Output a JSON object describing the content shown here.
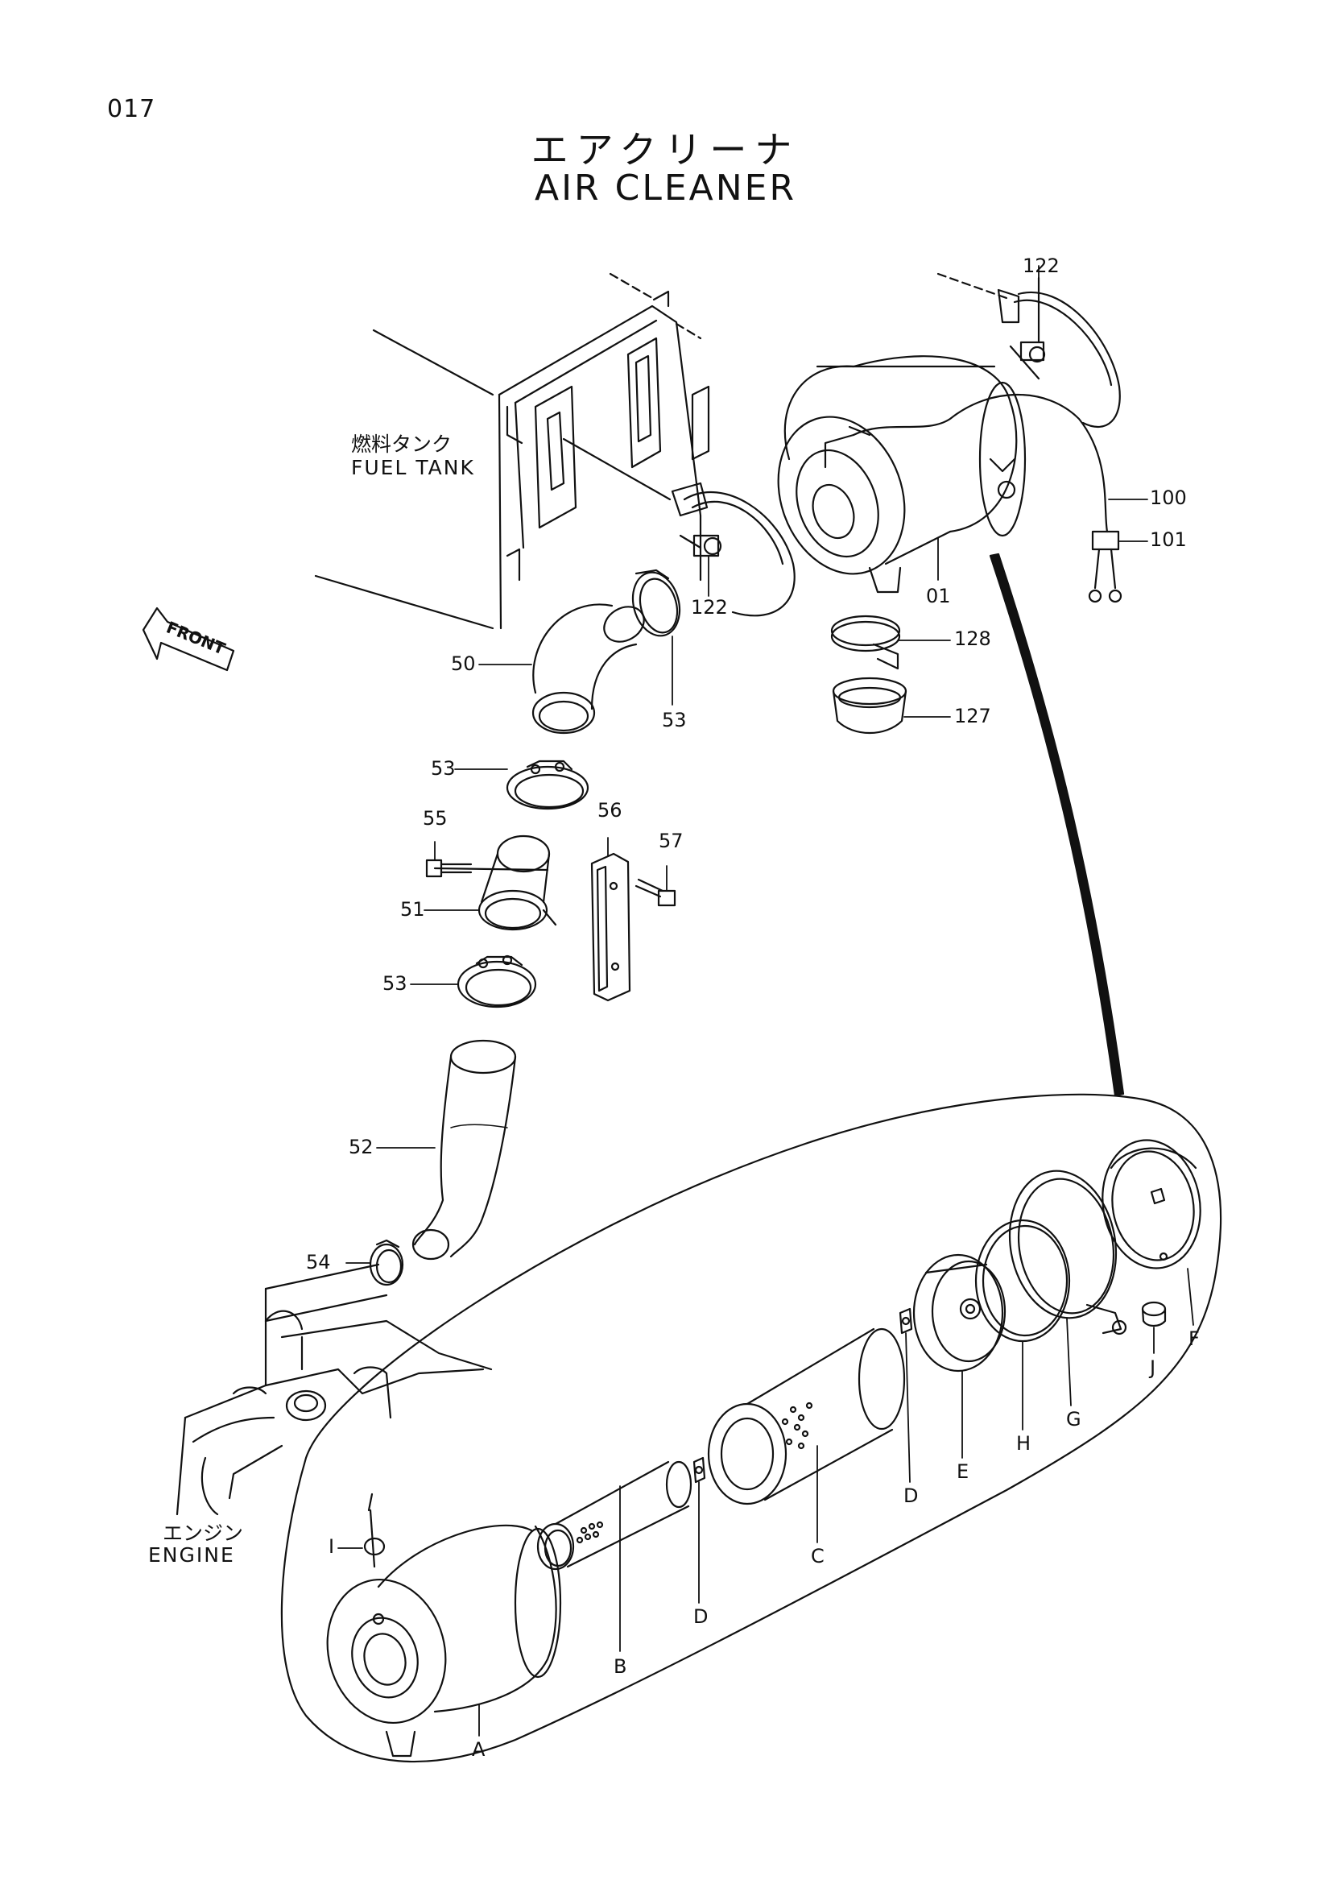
{
  "page_number": "017",
  "title_jp": "エアクリーナ",
  "title_en": "AIR CLEANER",
  "labels": {
    "fuel_tank_jp": "燃料タンク",
    "fuel_tank_en": "FUEL TANK",
    "engine_jp": "エンジン",
    "engine_en": "ENGINE",
    "front": "FRONT"
  },
  "callouts": {
    "p122a": "122",
    "p122b": "122",
    "p100": "100",
    "p101": "101",
    "p01": "01",
    "p128": "128",
    "p127": "127",
    "p50": "50",
    "p53a": "53",
    "p53b": "53",
    "p53c": "53",
    "p55": "55",
    "p56": "56",
    "p57": "57",
    "p51": "51",
    "p52": "52",
    "p54": "54",
    "pA": "A",
    "pB": "B",
    "pC": "C",
    "pD1": "D",
    "pD2": "D",
    "pE": "E",
    "pF": "F",
    "pG": "G",
    "pH": "H",
    "pI": "I",
    "pJ": "J"
  }
}
